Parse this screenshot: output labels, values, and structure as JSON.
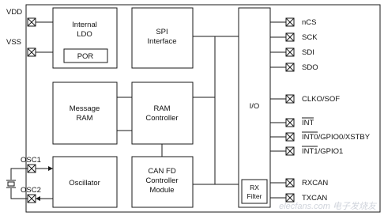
{
  "blocks": {
    "ldo": [
      "Internal",
      "LDO"
    ],
    "por": "POR",
    "spi": [
      "SPI",
      "Interface"
    ],
    "message_ram": [
      "Message",
      "RAM"
    ],
    "ram_controller": [
      "RAM",
      "Controller"
    ],
    "oscillator": "Oscillator",
    "canfd": [
      "CAN FD",
      "Controller",
      "Module"
    ],
    "io": "I/O",
    "rx_filter": [
      "RX",
      "Filter"
    ]
  },
  "pins_left": {
    "vdd": "VDD",
    "vss": "VSS",
    "osc1": "OSC1",
    "osc2": "OSC2"
  },
  "pins_right": {
    "ncs": "nCS",
    "sck": "SCK",
    "sdi": "SDI",
    "sdo": "SDO",
    "clko": "CLKO/SOF",
    "int": "INT",
    "int0": "INT0/GPIO0/XSTBY",
    "int1": "INT1/GPIO1",
    "rxcan": "RXCAN",
    "txcan": "TXCAN"
  },
  "watermark": "elecfans.com 电子发烧友"
}
